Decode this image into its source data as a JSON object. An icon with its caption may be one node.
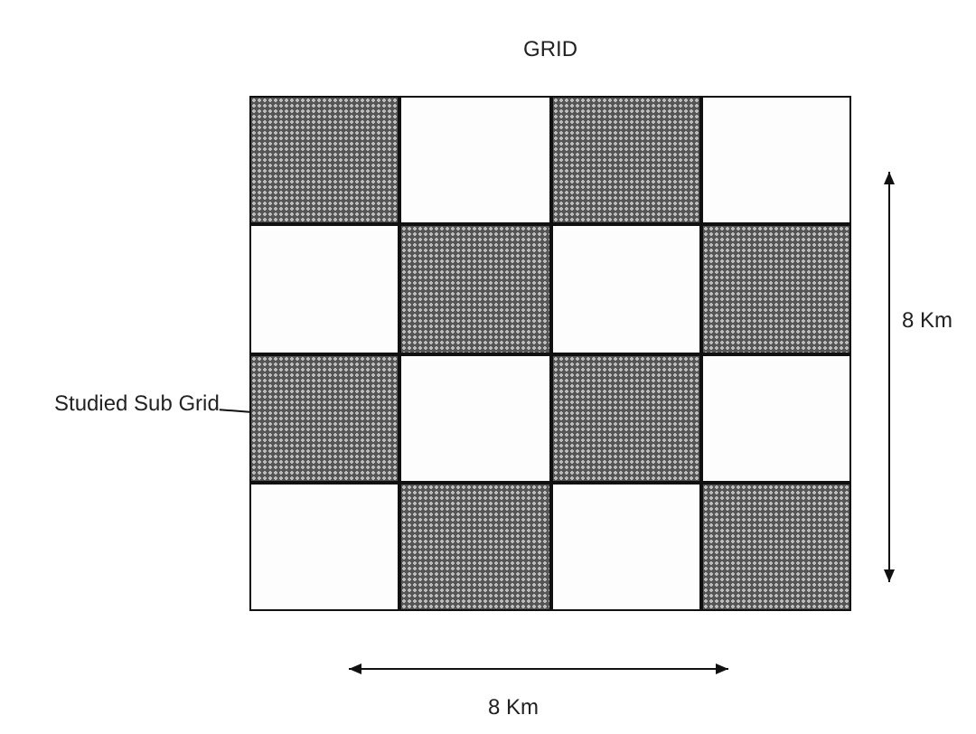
{
  "diagram": {
    "nodes": [
      {
        "text": [
          "GRID"
        ]
      },
      {
        "text": [],
        "shape": "box",
        "in": 0
      },
      {
        "text": [],
        "shape": "box",
        "in": 0
      },
      {
        "text": [],
        "shape": "box",
        "in": 0
      },
      {
        "text": [],
        "shape": "box",
        "in": 0
      },
      {
        "text": [],
        "shape": "box",
        "in": 0
      },
      {
        "text": [],
        "shape": "box",
        "in": 0
      },
      {
        "text": [],
        "shape": "box",
        "in": 0
      },
      {
        "text": [],
        "shape": "box",
        "in": 0
      },
      {
        "text": [],
        "shape": "box",
        "in": 0
      },
      {
        "text": [],
        "shape": "box",
        "in": 0
      },
      {
        "text": [],
        "shape": "box",
        "in": 0
      },
      {
        "text": [],
        "shape": "box",
        "in": 0
      },
      {
        "text": [],
        "shape": "box",
        "in": 0
      },
      {
        "text": [],
        "shape": "box",
        "in": 0
      },
      {
        "text": [],
        "shape": "box",
        "in": 0
      },
      {
        "text": [],
        "shape": "box",
        "in": 0
      },
      {
        "text": [
          "Studied Sub Grid"
        ]
      }
    ],
    "edges": [
      {
        "from": 17,
        "to": 9,
        "arrow": "none"
      }
    ],
    "labels": [
      "8 Km",
      "8 Km"
    ]
  }
}
